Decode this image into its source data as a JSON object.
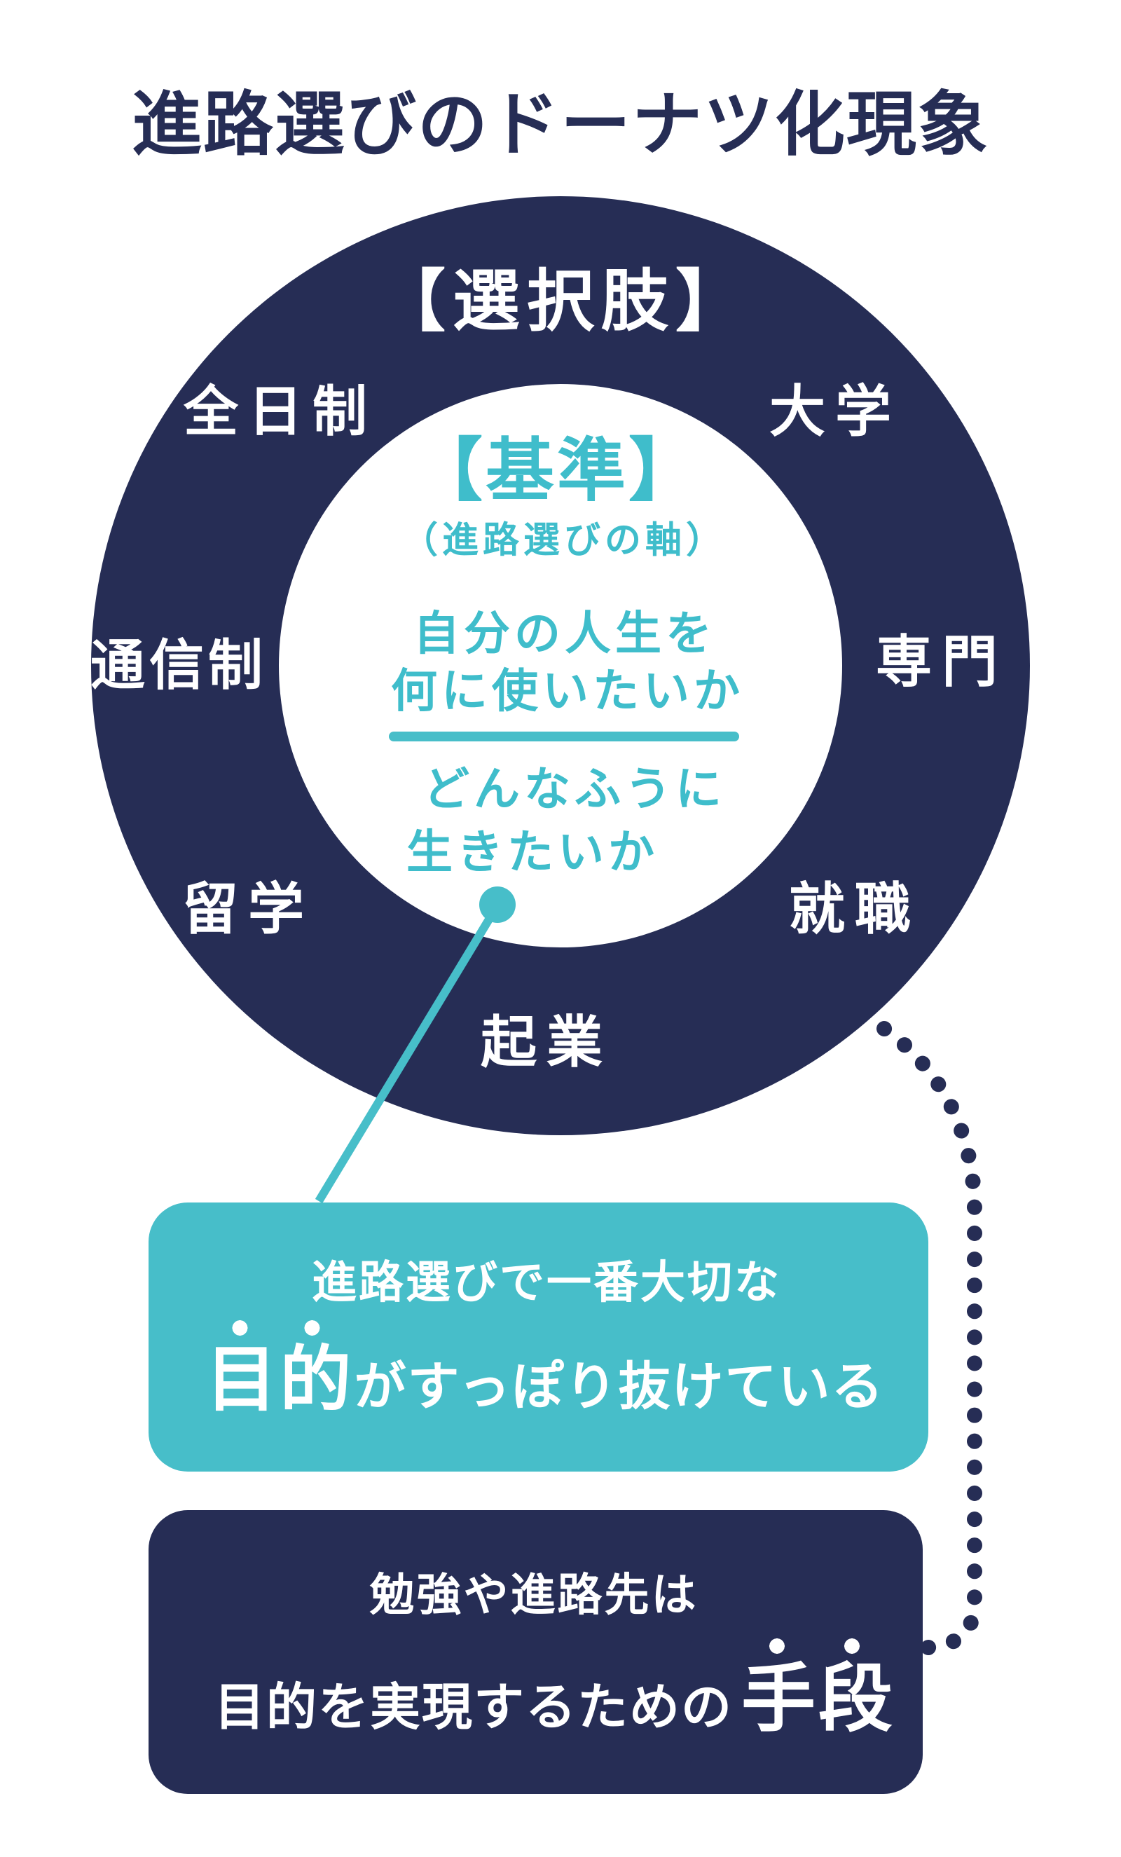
{
  "title": "進路選びのドーナツ化現象",
  "colors": {
    "navy": "#262D55",
    "teal": "#47BEC9",
    "teal_text": "#3FBDCB",
    "white": "#FFFFFF"
  },
  "donut": {
    "ring_heading": "【選択肢】",
    "options": [
      {
        "label": "全日制"
      },
      {
        "label": "大学"
      },
      {
        "label": "通信制"
      },
      {
        "label": "専門"
      },
      {
        "label": "留学"
      },
      {
        "label": "就職"
      },
      {
        "label": "起業"
      }
    ],
    "center": {
      "heading": "【基準】",
      "subheading": "（進路選びの軸）",
      "question1_line1": "自分の人生を",
      "question1_line2": "何に使いたいか",
      "question2_line1": "どんなふうに",
      "question2_line2": "生きたいか"
    }
  },
  "callouts": {
    "missing_purpose": {
      "line1": "進路選びで一番大切な",
      "emphasis": "目的",
      "line2_rest": "がすっぽり抜けている"
    },
    "means": {
      "line1": "勉強や進路先は",
      "line2_prefix": "目的を実現するための",
      "emphasis": "手段"
    }
  }
}
